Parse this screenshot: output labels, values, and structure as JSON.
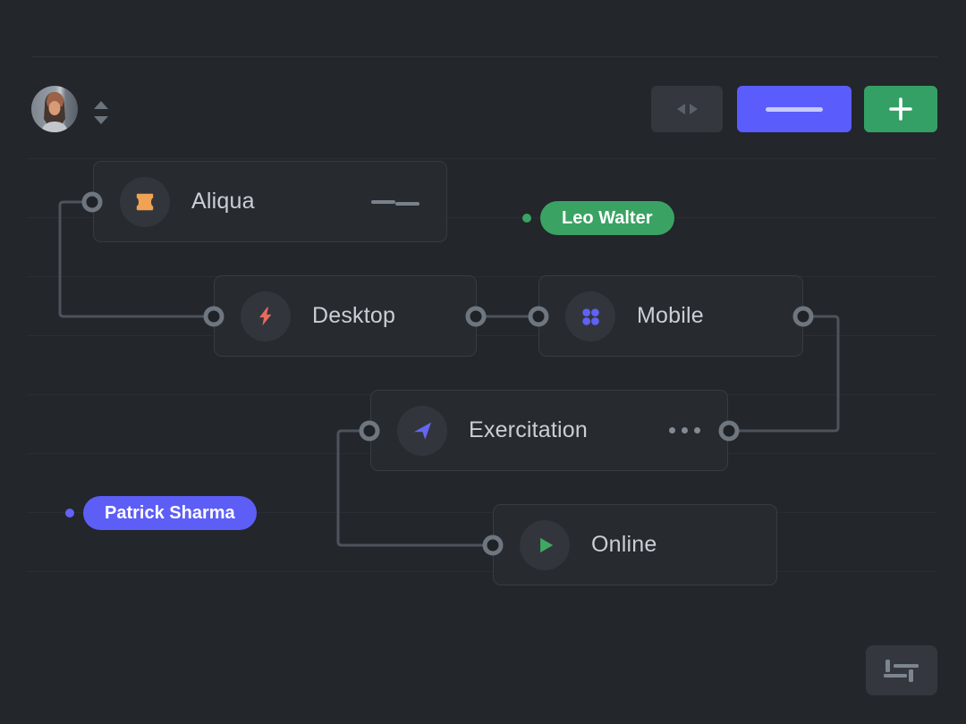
{
  "colors": {
    "background": "#23262b",
    "node_background": "#272a2f",
    "node_border": "#383c42",
    "connector": "#4d535b",
    "accent_purple": "#5b5cfc",
    "accent_green": "#35a065",
    "badge_green": "#3aa363",
    "badge_purple": "#5d5ef6",
    "icon_orange": "#f0a355",
    "icon_red": "#e96a5d",
    "icon_dots_purple": "#5f62f5",
    "icon_send_purple": "#6467f2",
    "icon_play_green": "#3fa963"
  },
  "header": {
    "avatar": "user-avatar",
    "sort_control": "up-down-arrows",
    "resize_button_icon": "horizontal-resize-icon",
    "primary_button_icon": "dash-icon",
    "add_button_icon": "plus-icon"
  },
  "nodes": [
    {
      "label": "Aliqua",
      "icon": "ticket-icon",
      "trailing_icon": "drag-handle-icon"
    },
    {
      "label": "Desktop",
      "icon": "lightning-icon",
      "trailing_icon": null
    },
    {
      "label": "Mobile",
      "icon": "dots-grid-icon",
      "trailing_icon": null
    },
    {
      "label": "Exercitation",
      "icon": "send-icon",
      "trailing_icon": "ellipsis-icon"
    },
    {
      "label": "Online",
      "icon": "play-icon",
      "trailing_icon": null
    }
  ],
  "badges": [
    {
      "label": "Leo Walter",
      "color": "#3aa363"
    },
    {
      "label": "Patrick Sharma",
      "color": "#5d5ef6"
    }
  ],
  "footer": {
    "settings_button_icon": "sliders-icon"
  }
}
